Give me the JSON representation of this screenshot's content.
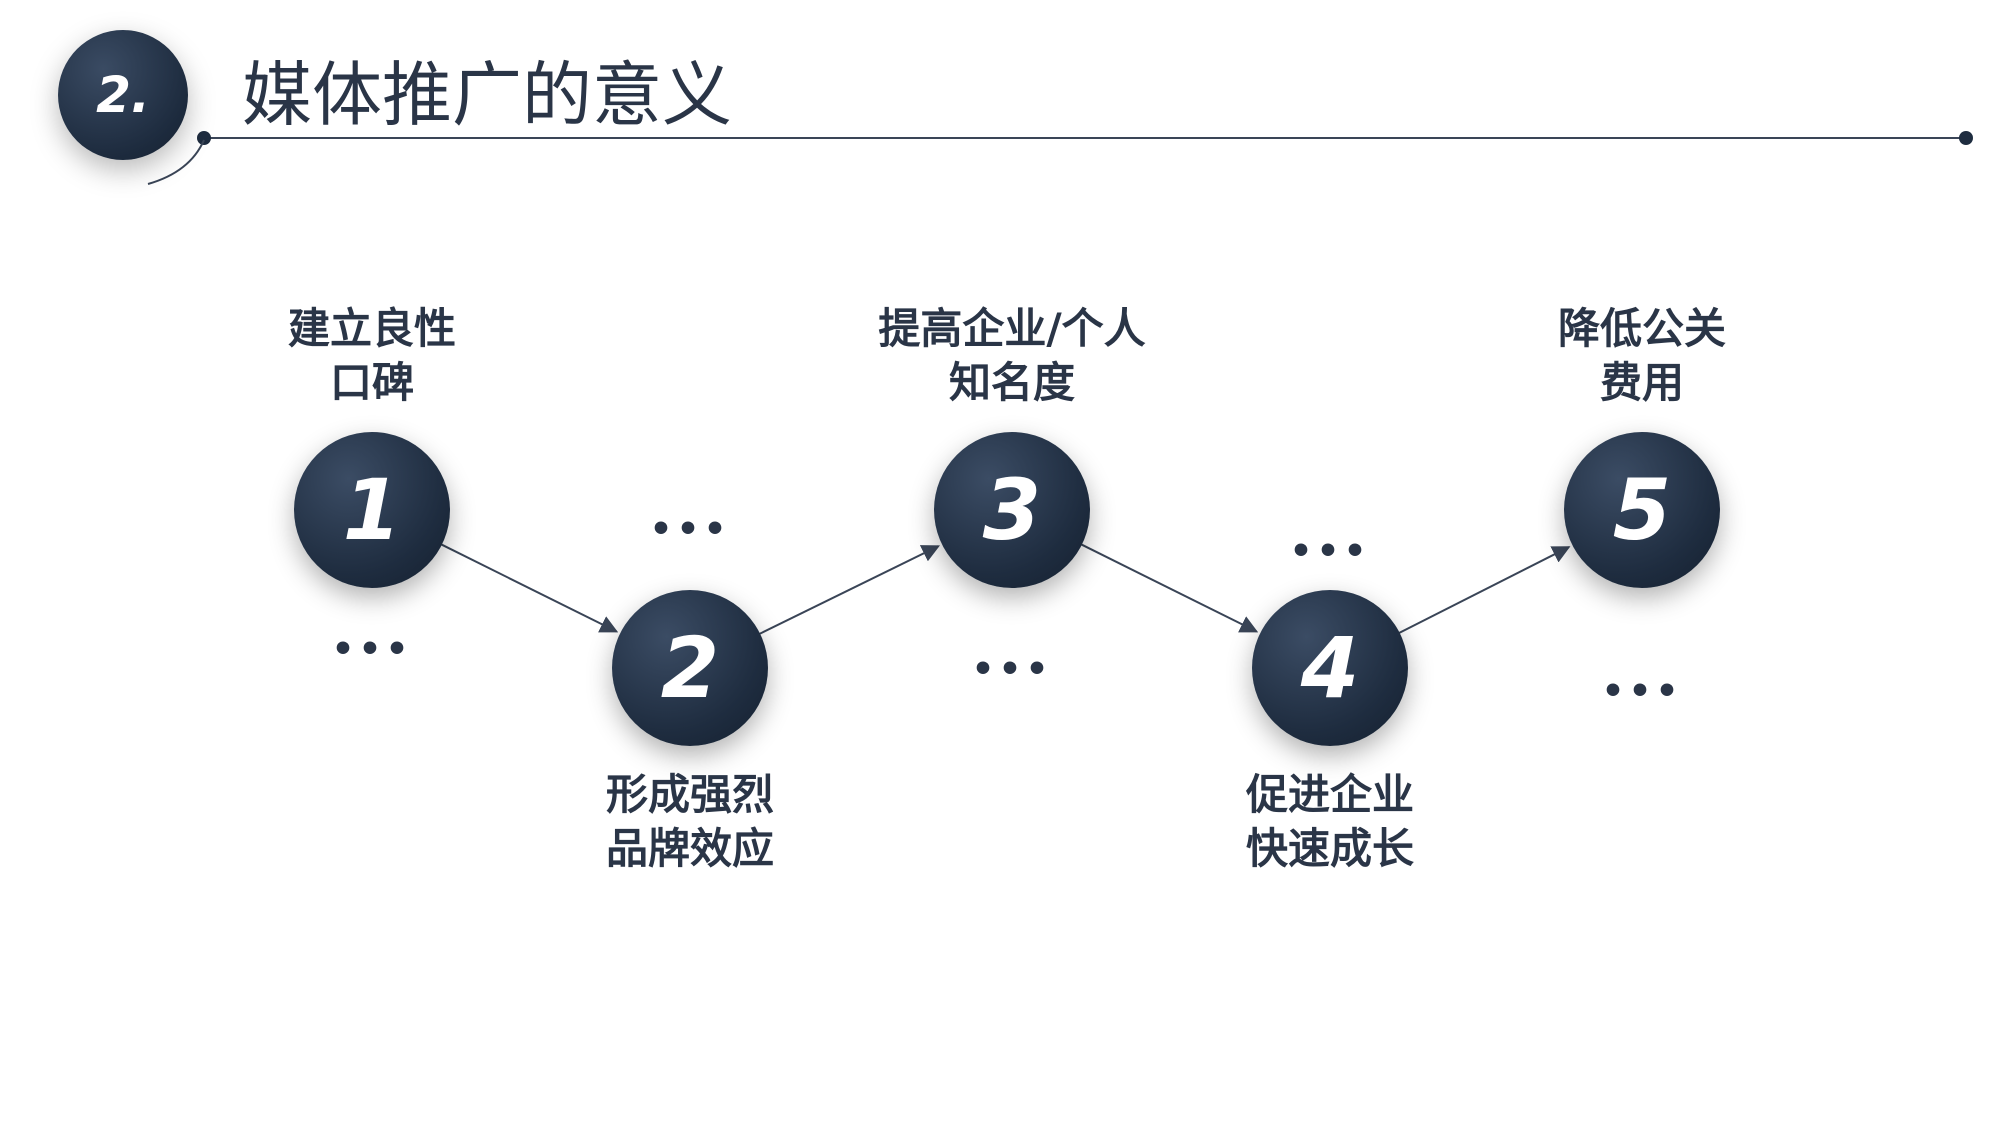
{
  "header": {
    "number": "2.",
    "title": "媒体推广的意义"
  },
  "colors": {
    "navy": "#1e2c3f",
    "text": "#2a3547",
    "line": "#3a4557"
  },
  "steps": [
    {
      "num": "1",
      "label_lines": [
        "建立良性",
        "口碑"
      ],
      "label_pos": "top",
      "dots": "..."
    },
    {
      "num": "2",
      "label_lines": [
        "形成强烈",
        "品牌效应"
      ],
      "label_pos": "bottom",
      "dots": "..."
    },
    {
      "num": "3",
      "label_lines": [
        "提高企业/个人",
        "知名度"
      ],
      "label_pos": "top",
      "dots": "..."
    },
    {
      "num": "4",
      "label_lines": [
        "促进企业",
        "快速成长"
      ],
      "label_pos": "bottom",
      "dots": "..."
    },
    {
      "num": "5",
      "label_lines": [
        "降低公关",
        "费用"
      ],
      "label_pos": "top",
      "dots": "..."
    }
  ]
}
